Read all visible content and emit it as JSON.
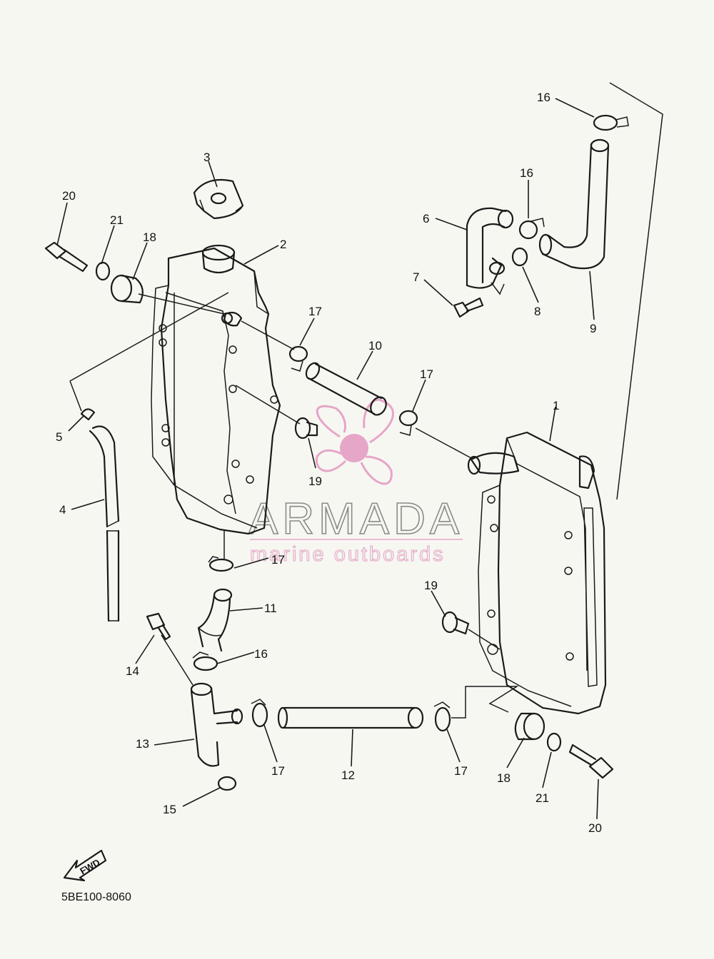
{
  "diagram_code": "5BE100-8060",
  "fwd_label": "FWD",
  "watermark": {
    "title": "ARMADA",
    "subtitle": "marine outboards"
  },
  "colors": {
    "background": "#f7f7f2",
    "line": "#1a1a1a",
    "logo_pink": "#e6a6c8"
  },
  "callouts": [
    {
      "id": "c3",
      "text": "3"
    },
    {
      "id": "c20a",
      "text": "20"
    },
    {
      "id": "c21a",
      "text": "21"
    },
    {
      "id": "c18a",
      "text": "18"
    },
    {
      "id": "c2",
      "text": "2"
    },
    {
      "id": "c17a",
      "text": "17"
    },
    {
      "id": "c10",
      "text": "10"
    },
    {
      "id": "c17b",
      "text": "17"
    },
    {
      "id": "c5",
      "text": "5"
    },
    {
      "id": "c19a",
      "text": "19"
    },
    {
      "id": "c4",
      "text": "4"
    },
    {
      "id": "c16a",
      "text": "16"
    },
    {
      "id": "c16b",
      "text": "16"
    },
    {
      "id": "c6",
      "text": "6"
    },
    {
      "id": "c7",
      "text": "7"
    },
    {
      "id": "c8",
      "text": "8"
    },
    {
      "id": "c9",
      "text": "9"
    },
    {
      "id": "c1",
      "text": "1"
    },
    {
      "id": "c17c",
      "text": "17"
    },
    {
      "id": "c11",
      "text": "11"
    },
    {
      "id": "c14",
      "text": "14"
    },
    {
      "id": "c16c",
      "text": "16"
    },
    {
      "id": "c19b",
      "text": "19"
    },
    {
      "id": "c13",
      "text": "13"
    },
    {
      "id": "c17d",
      "text": "17"
    },
    {
      "id": "c12",
      "text": "12"
    },
    {
      "id": "c17e",
      "text": "17"
    },
    {
      "id": "c18b",
      "text": "18"
    },
    {
      "id": "c21b",
      "text": "21"
    },
    {
      "id": "c20b",
      "text": "20"
    },
    {
      "id": "c15",
      "text": "15"
    }
  ]
}
